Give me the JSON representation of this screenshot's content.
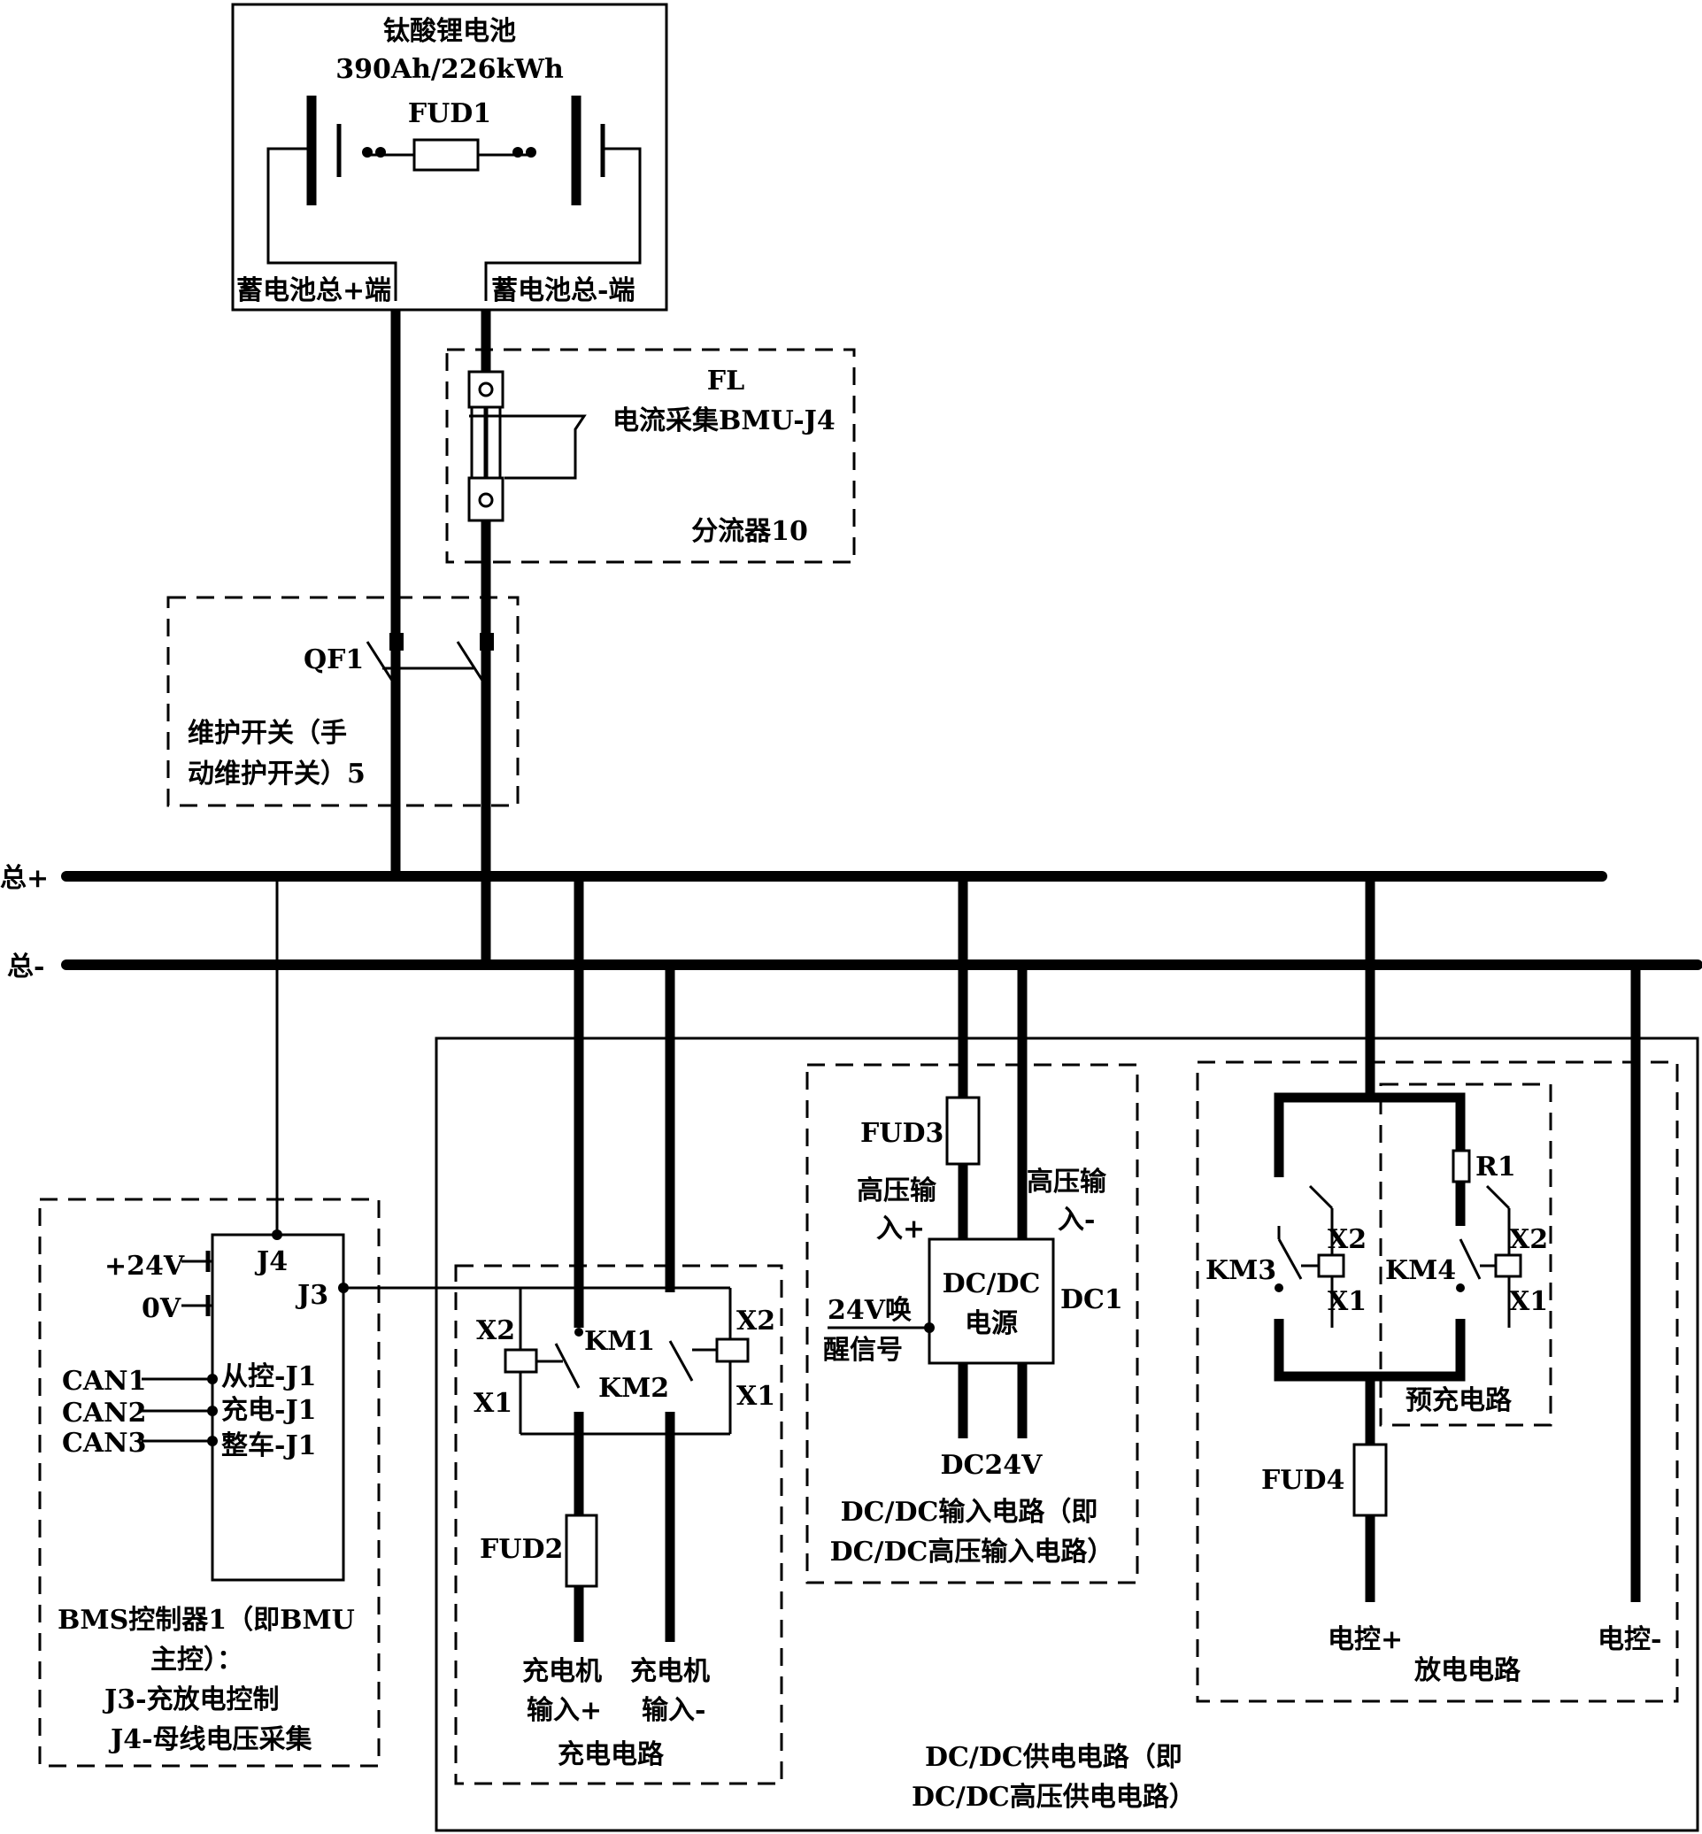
{
  "battery": {
    "title": "钛酸锂电池",
    "capacity": "390Ah/226kWh",
    "fuse": "FUD1",
    "pos_terminal": "蓄电池总+端",
    "neg_terminal": "蓄电池总-端"
  },
  "shunt": {
    "code": "FL",
    "signal": "电流采集BMU-J4",
    "name": "分流器10"
  },
  "maintenance_switch": {
    "code": "QF1",
    "name_line1": "维护开关（手",
    "name_line2": "动维护开关）5"
  },
  "bus": {
    "positive": "总+",
    "negative": "总-"
  },
  "bms": {
    "pin_24v": "+24V",
    "pin_0v": "0V",
    "j4": "J4",
    "j3": "J3",
    "can1": "CAN1",
    "can2": "CAN2",
    "can3": "CAN3",
    "port_slave": "从控-J1",
    "port_charge": "充电-J1",
    "port_vehicle": "整车-J1",
    "label_line1": "BMS控制器1（即BMU",
    "label_line2": "主控）：",
    "label_line3": "J3-充放电控制",
    "label_line4": "J4-母线电压采集"
  },
  "charge_circuit": {
    "x2_left": "X2",
    "x1_left": "X1",
    "km1": "KM1",
    "km2": "KM2",
    "x2_right": "X2",
    "x1_right": "X1",
    "fuse": "FUD2",
    "input_pos_line1": "充电机",
    "input_pos_line2": "输入+",
    "input_neg_line1": "充电机",
    "input_neg_line2": "输入-",
    "name": "充电电路"
  },
  "dcdc_input": {
    "fuse": "FUD3",
    "hv_pos_line1": "高压输",
    "hv_pos_line2": "入+",
    "hv_neg_line1": "高压输",
    "hv_neg_line2": "入-",
    "module_line1": "DC/DC",
    "module_line2": "电源",
    "module_code": "DC1",
    "wake_line1": "24V唤",
    "wake_line2": "醒信号",
    "output": "DC24V",
    "name_line1": "DC/DC输入电路（即",
    "name_line2": "DC/DC高压输入电路）"
  },
  "discharge": {
    "km3": "KM3",
    "km4": "KM4",
    "x2_a": "X2",
    "x1_a": "X1",
    "x2_b": "X2",
    "x1_b": "X1",
    "resistor": "R1",
    "precharge": "预充电路",
    "fuse": "FUD4",
    "out_pos": "电控+",
    "out_neg": "电控-",
    "name": "放电电路"
  },
  "supply": {
    "name_line1": "DC/DC供电电路（即",
    "name_line2": "DC/DC高压供电电路）"
  }
}
